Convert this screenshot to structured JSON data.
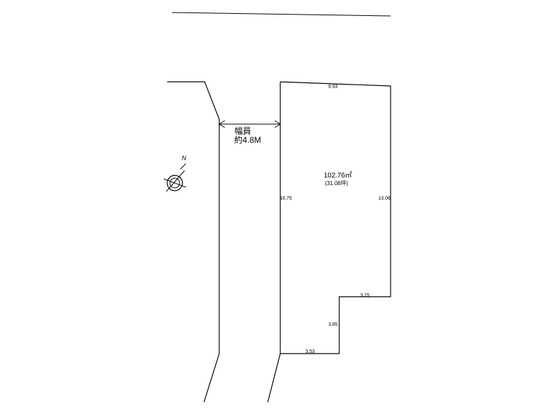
{
  "road": {
    "label": "幅員",
    "width": "約4.8M"
  },
  "lot": {
    "area": "102.76㎡",
    "area_tsubo": "(31.08坪)"
  },
  "dimensions": {
    "top": "6.93",
    "left": "16.75",
    "right": "13.06",
    "step_horizontal": "3.15",
    "step_vertical": "3.85",
    "bottom": "3.53"
  },
  "compass": {
    "north_label": "N"
  }
}
